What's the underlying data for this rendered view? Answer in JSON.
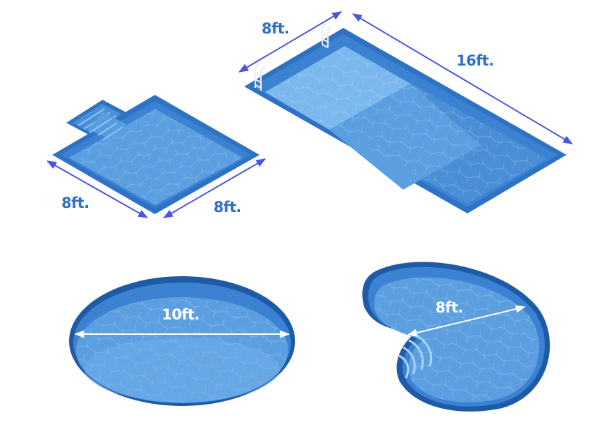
{
  "colors": {
    "background": "#ffffff",
    "measure_line": "#4a55e0",
    "label_blue": "#2f6fc6",
    "label_white": "#ffffff",
    "rim": "#2f72c4",
    "rim_dark": "#1f5aa6",
    "wall": "#3b82d2",
    "water": "#5b9fe0",
    "water_light": "#7bb8ee",
    "water_deep": "#4a8fd6"
  },
  "pools": {
    "square": {
      "shape": "square-with-step-alcove",
      "length_label": "8ft.",
      "width_label": "8ft."
    },
    "rectangle": {
      "shape": "rectangle-with-ladders",
      "width_label": "8ft.",
      "length_label": "16ft."
    },
    "round": {
      "shape": "round",
      "diameter_label": "10ft."
    },
    "kidney": {
      "shape": "kidney-with-steps",
      "width_label": "8ft."
    }
  }
}
